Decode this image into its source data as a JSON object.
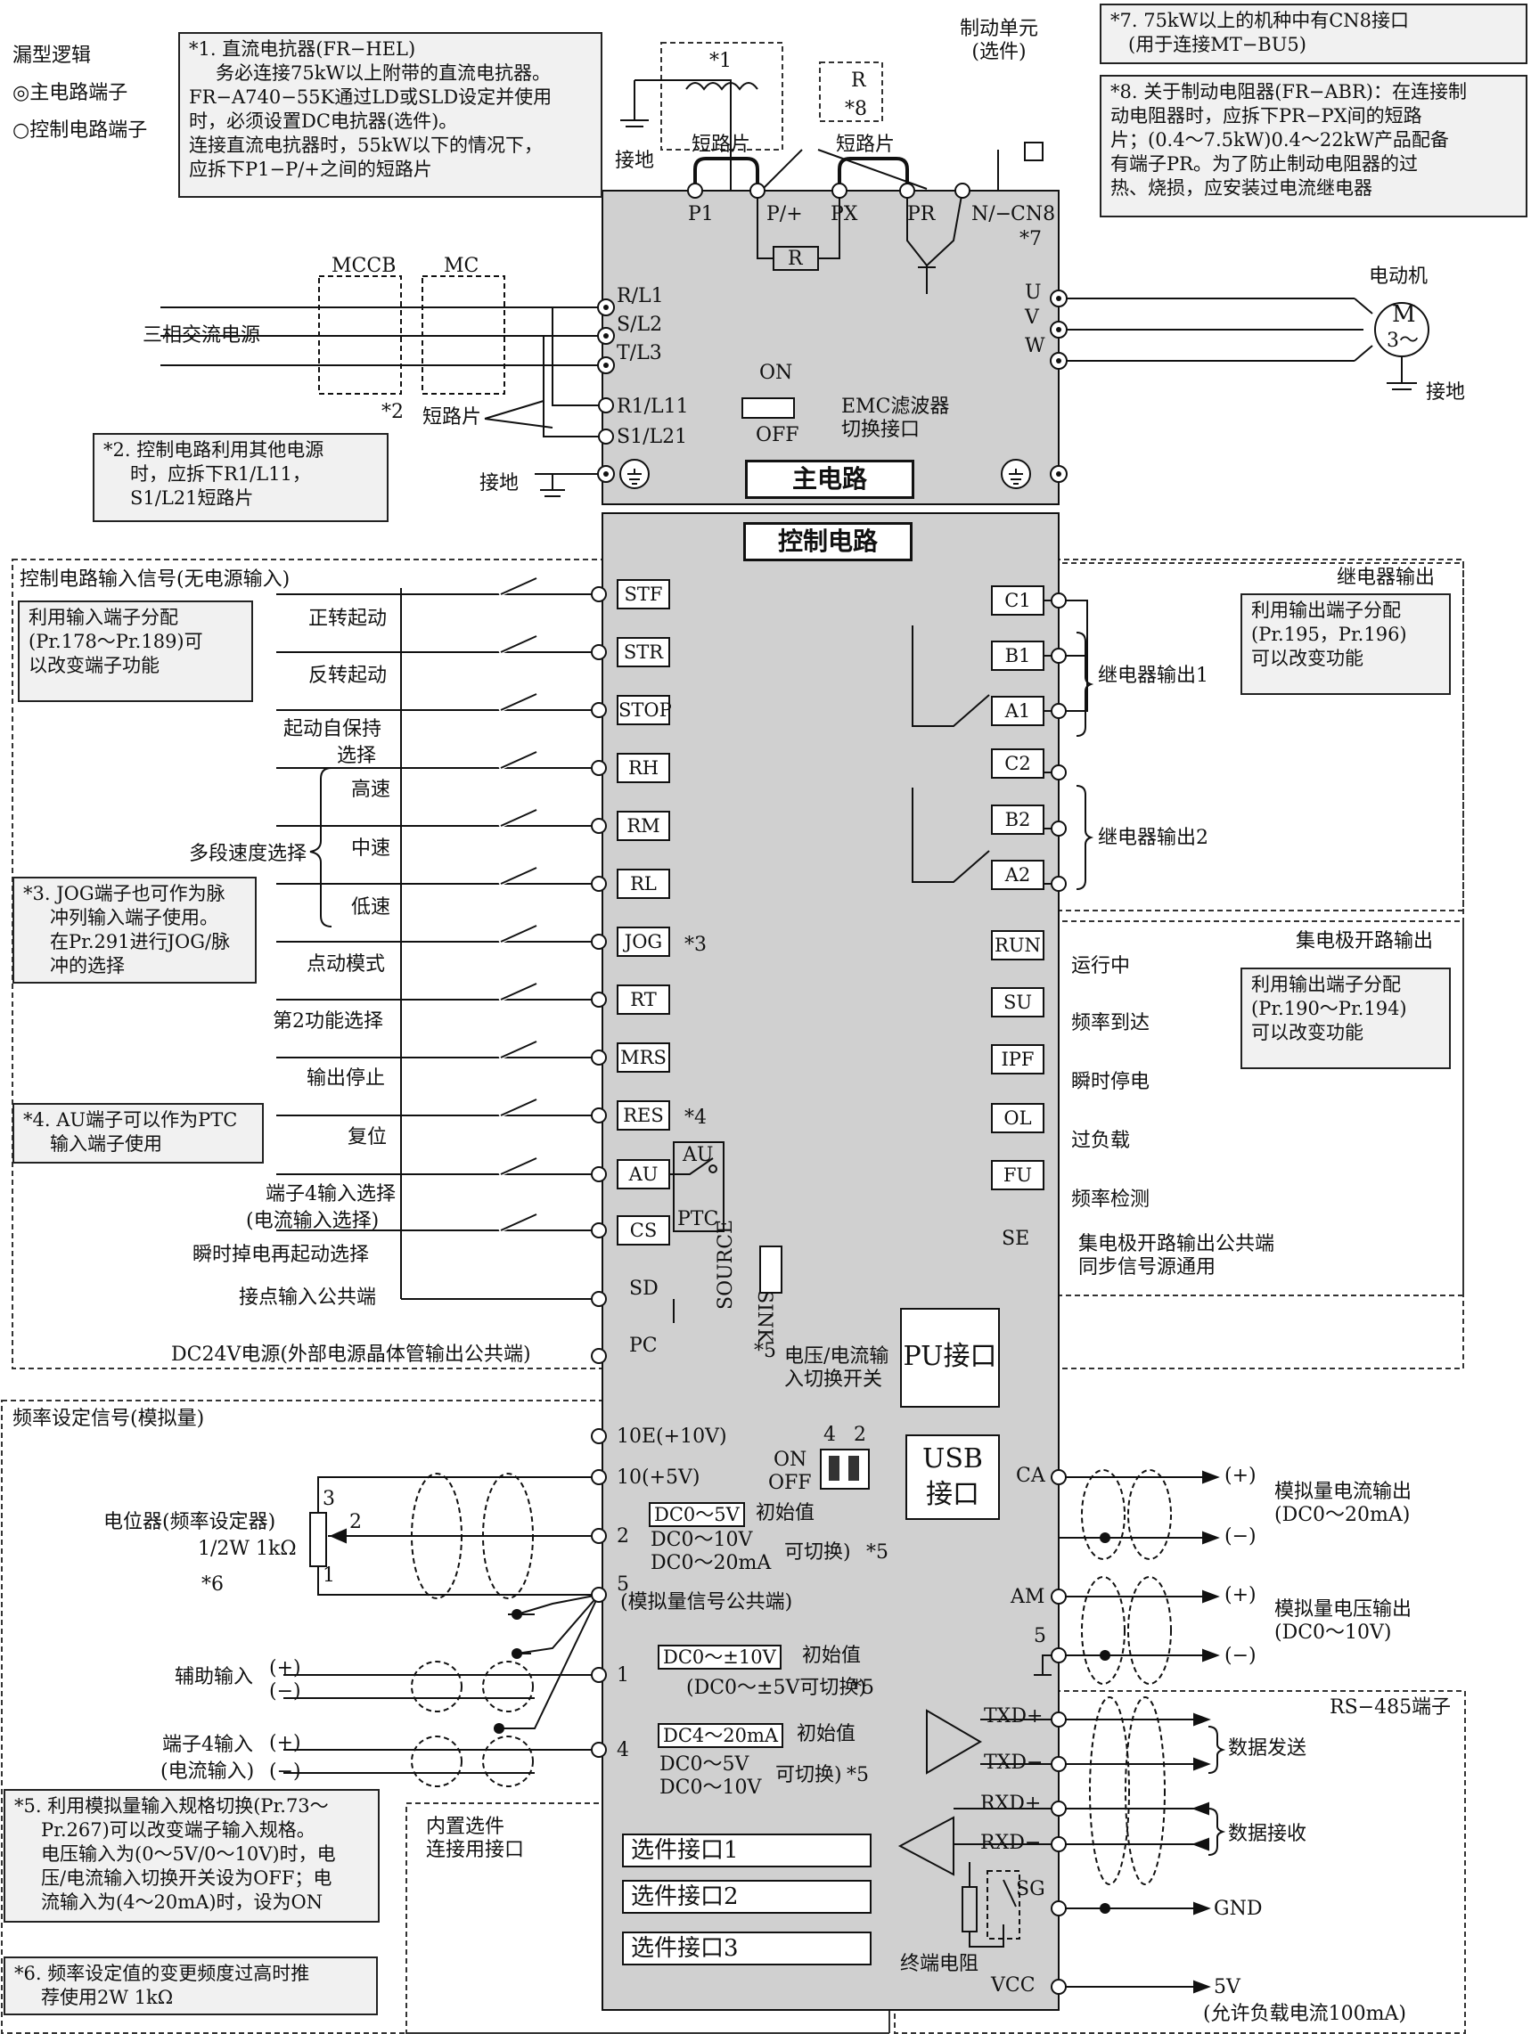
{
  "legend": {
    "title": "漏型逻辑",
    "main": "◎主电路端子",
    "ctrl": "○控制电路端子"
  },
  "notes": {
    "n1": [
      "*1. 直流电抗器(FR−HEL)",
      "务必连接75kW以上附带的直流电抗器。",
      "FR−A740−55K通过LD或SLD设定并使用",
      "时，必须设置DC电抗器(选件)。",
      "连接直流电抗器时，55kW以下的情况下，",
      "应拆下P1−P/+之间的短路片"
    ],
    "n2": [
      "*2. 控制电路利用其他电源",
      "时，应拆下R1/L11，",
      "S1/L21短路片"
    ],
    "n3": [
      "*3. JOG端子也可作为脉",
      "冲列输入端子使用。",
      "在Pr.291进行JOG/脉",
      "冲的选择"
    ],
    "n4": [
      "*4. AU端子可以作为PTC",
      "输入端子使用"
    ],
    "n5": [
      "*5. 利用模拟量输入规格切换(Pr.73～",
      "Pr.267)可以改变端子输入规格。",
      "电压输入为(0～5V/0～10V)时，电",
      "压/电流输入切换开关设为OFF；电",
      "流输入为(4～20mA)时，设为ON"
    ],
    "n6": [
      "*6. 频率设定值的变更频度过高时推",
      "荐使用2W 1kΩ"
    ],
    "n7": [
      "*7.  75kW以上的机种中有CN8接口",
      "(用于连接MT−BU5)"
    ],
    "n8": [
      "*8. 关于制动电阻器(FR−ABR)：在连接制",
      "动电阻器时，应拆下PR−PX间的短路",
      "片；(0.4～7.5kW)0.4～22kW产品配备",
      "有端子PR。为了防止制动电阻器的过",
      "热、烧损，应安装过电流继电器"
    ],
    "in_assign": [
      "利用输入端子分配",
      "(Pr.178～Pr.189)可",
      "以改变端子功能"
    ],
    "out_assign1": [
      "利用输出端子分配",
      "(Pr.195，Pr.196)",
      "可以改变功能"
    ],
    "out_assign2": [
      "利用输出端子分配",
      "(Pr.190～Pr.194)",
      "可以改变功能"
    ]
  },
  "main": {
    "title": "主电路",
    "brake_unit": [
      "制动单元",
      "(选件)"
    ],
    "star1": "*1",
    "star2": "*2",
    "star7": "*7",
    "star8": "*8",
    "ground": "接地",
    "short1": "短路片",
    "short2": "短路片",
    "short3": "短路片",
    "r_label": "R",
    "p1": "P1",
    "pp": "P/+",
    "px": "PX",
    "pr": "PR",
    "nn": "N/−",
    "cn8": "CN8",
    "mccb": "MCCB",
    "mc": "MC",
    "power": "三相交流电源",
    "rl1": "R/L1",
    "sl2": "S/L2",
    "tl3": "T/L3",
    "r1": "R1/L11",
    "s1": "S1/L21",
    "u": "U",
    "v": "V",
    "w": "W",
    "motor": "电动机",
    "motor_m": "M",
    "motor_3": "3～",
    "emc_on": "ON",
    "emc_off": "OFF",
    "emc": [
      "EMC滤波器",
      "切换接口"
    ]
  },
  "ctrl": {
    "title": "控制电路",
    "input_title": "控制电路输入信号(无电源输入)",
    "inputs": [
      {
        "t": "STF",
        "l": "正转起动"
      },
      {
        "t": "STR",
        "l": "反转起动"
      },
      {
        "t": "STOP",
        "l": "起动自保持"
      },
      {
        "t": "RH",
        "l": "高速"
      },
      {
        "t": "RM",
        "l": "中速"
      },
      {
        "t": "RL",
        "l": "低速"
      },
      {
        "t": "JOG",
        "l": "点动模式"
      },
      {
        "t": "RT",
        "l": "第2功能选择"
      },
      {
        "t": "MRS",
        "l": "输出停止"
      },
      {
        "t": "RES",
        "l": "复位"
      },
      {
        "t": "AU",
        "l": "端子4输入选择"
      },
      {
        "t": "CS",
        "l": "瞬时掉电再起动选择"
      }
    ],
    "stop2": "选择",
    "au2": "(电流输入选择)",
    "multi": "多段速度选择",
    "jog_star": "*3",
    "res_star": "*4",
    "au_sw": "AU",
    "ptc": "PTC",
    "sd": "SD",
    "sd_l": "接点输入公共端",
    "pc": "PC",
    "pc_l": "DC24V电源(外部电源晶体管输出公共端)",
    "source": "SOURCE",
    "sink": "SINK",
    "relay_title": "继电器输出",
    "relay1": "继电器输出1",
    "relay2": "继电器输出2",
    "relays": [
      "C1",
      "B1",
      "A1",
      "C2",
      "B2",
      "A2"
    ],
    "oc_title": "集电极开路输出",
    "oc": [
      {
        "t": "RUN",
        "l": "运行中"
      },
      {
        "t": "SU",
        "l": "频率到达"
      },
      {
        "t": "IPF",
        "l": "瞬时停电"
      },
      {
        "t": "OL",
        "l": "过负载"
      },
      {
        "t": "FU",
        "l": "频率检测"
      }
    ],
    "se": "SE",
    "se_l": [
      "集电极开路输出公共端",
      "同步信号源通用"
    ],
    "pu": "PU接口",
    "usb": [
      "USB",
      "接口"
    ]
  },
  "analog": {
    "title": "频率设定信号(模拟量)",
    "t10e": "10E(+10V)",
    "t10": "10(+5V)",
    "t2": "2",
    "t5": "5",
    "t1": "1",
    "t4": "4",
    "t5_l": "(模拟量信号公共端)",
    "pot": "电位器(频率设定器)",
    "pot2": "1/2W 1kΩ",
    "star6": "*6",
    "p3": "3",
    "p2": "2",
    "p1": "1",
    "aux": "辅助输入",
    "t4in": "端子4输入",
    "t4in2": "(电流输入)",
    "plus": "(+)",
    "minus": "(−)",
    "sw_title": [
      "电压/电流输",
      "入切换开关"
    ],
    "sw_star": "*5",
    "sw_on": "ON",
    "sw_off": "OFF",
    "sw_4": "4",
    "sw_2": "2",
    "dc05": "DC0～5V",
    "init": "初始值",
    "dc010": "DC0～10V",
    "dc020": "DC0～20mA",
    "switchable": "可切换)",
    "dc10pm": "DC0～±10V",
    "dc5pm": "(DC0～±5V可切换)",
    "dc420": "DC4～20mA",
    "star5": "*5",
    "ca": "CA",
    "am": "AM",
    "five": "5",
    "ca_l": [
      "模拟量电流输出",
      "(DC0～20mA)"
    ],
    "am_l": [
      "模拟量电压输出",
      "(DC0～10V)"
    ],
    "plus2": "(+)",
    "minus2": "(−)"
  },
  "opt": {
    "title": [
      "内置选件",
      "连接用接口"
    ],
    "items": [
      "选件接口1",
      "选件接口2",
      "选件接口3"
    ]
  },
  "rs485": {
    "title": "RS−485端子",
    "txdp": "TXD+",
    "txdm": "TXD−",
    "rxdp": "RXD+",
    "rxdm": "RXD−",
    "sg": "SG",
    "vcc": "VCC",
    "send": "数据发送",
    "recv": "数据接收",
    "gnd": "GND",
    "v5": "5V",
    "v5_l": "(允许负载电流100mA)",
    "term": "终端电阻"
  }
}
